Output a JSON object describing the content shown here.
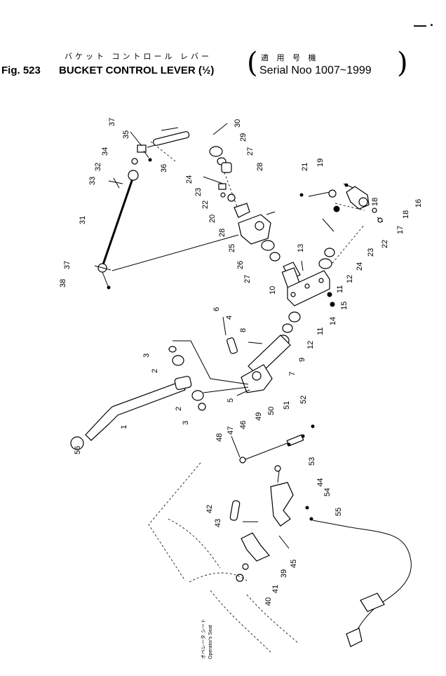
{
  "header": {
    "title_jp": "バケット コントロール レバー",
    "fig_number": "Fig. 523",
    "title_en": "BUCKET CONTROL LEVER (½)",
    "serial_jp": "適 用 号 機",
    "serial_en": "Serial Noo 1007~1999",
    "corner_mark": "— ·"
  },
  "seat_label_jp": "オペレータ シート",
  "seat_label_en": "Operator's Seat",
  "labels": {
    "n37a": "37",
    "n35a": "35",
    "n34": "34",
    "n32": "32",
    "n33": "33",
    "n36": "36",
    "n30": "30",
    "n29": "29",
    "n27a": "27",
    "n28a": "28",
    "n24a": "24",
    "n23a": "23",
    "n22a": "22",
    "n20": "20",
    "n28b": "28",
    "n25": "25",
    "n26": "26",
    "n27b": "27",
    "n31": "31",
    "n37b": "37",
    "n38": "38",
    "n13": "13",
    "n10": "10",
    "n21": "21",
    "n19": "19",
    "n18a": "18",
    "n16": "16",
    "n18b": "18",
    "n17": "17",
    "n22b": "22",
    "n23b": "23",
    "n24b": "24",
    "n12a": "12",
    "n11a": "11",
    "n15": "15",
    "n14": "14",
    "n11b": "11",
    "n12b": "12",
    "n9": "9",
    "n7": "7",
    "n6": "6",
    "n4": "4",
    "n8": "8",
    "n5": "5",
    "n3a": "3",
    "n2a": "2",
    "n2b": "2",
    "n3b": "3",
    "n1": "1",
    "n56": "56",
    "n48": "48",
    "n47": "47",
    "n46": "46",
    "n49": "49",
    "n50": "50",
    "n51": "51",
    "n52": "52",
    "n53": "53",
    "n44": "44",
    "n54": "54",
    "n55": "55",
    "n42": "42",
    "n43": "43",
    "n45": "45",
    "n39": "39",
    "n41": "41",
    "n40": "40"
  }
}
